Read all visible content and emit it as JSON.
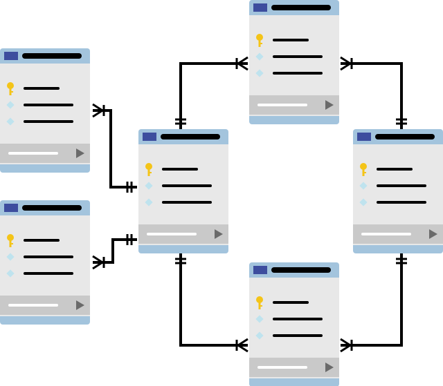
{
  "diagram": {
    "colors": {
      "background": "#ffffff",
      "card_body": "#e8e8e8",
      "card_bar": "#a3c4dd",
      "card_footer": "#c9c9c9",
      "title_badge": "#3d4d9e",
      "line": "#000000",
      "key_icon": "#f4c418",
      "diamond_icon": "#bfe3ee",
      "play_icon": "#6a6a6a"
    },
    "tables": [
      {
        "id": "table-left-top",
        "rows": [
          "key-icon",
          "diamond-icon",
          "diamond-icon"
        ]
      },
      {
        "id": "table-left-bottom",
        "rows": [
          "key-icon",
          "diamond-icon",
          "diamond-icon"
        ]
      },
      {
        "id": "table-center",
        "rows": [
          "key-icon",
          "diamond-icon",
          "diamond-icon"
        ]
      },
      {
        "id": "table-top",
        "rows": [
          "key-icon",
          "diamond-icon",
          "diamond-icon"
        ]
      },
      {
        "id": "table-right",
        "rows": [
          "key-icon",
          "diamond-icon",
          "diamond-icon"
        ]
      },
      {
        "id": "table-bottom",
        "rows": [
          "key-icon",
          "diamond-icon",
          "diamond-icon"
        ]
      }
    ],
    "relationships": [
      {
        "id": "rel-left-top-center",
        "from": "table-left-top",
        "to": "table-center",
        "from_end": "many",
        "to_end": "one"
      },
      {
        "id": "rel-left-bottom-center",
        "from": "table-left-bottom",
        "to": "table-center",
        "from_end": "many",
        "to_end": "one"
      },
      {
        "id": "rel-center-top",
        "from": "table-center",
        "to": "table-top",
        "from_end": "one",
        "to_end": "many"
      },
      {
        "id": "rel-center-bottom",
        "from": "table-center",
        "to": "table-bottom",
        "from_end": "one",
        "to_end": "many"
      },
      {
        "id": "rel-right-top",
        "from": "table-right",
        "to": "table-top",
        "from_end": "one",
        "to_end": "many"
      },
      {
        "id": "rel-right-bottom",
        "from": "table-right",
        "to": "table-bottom",
        "from_end": "one",
        "to_end": "many"
      }
    ]
  }
}
